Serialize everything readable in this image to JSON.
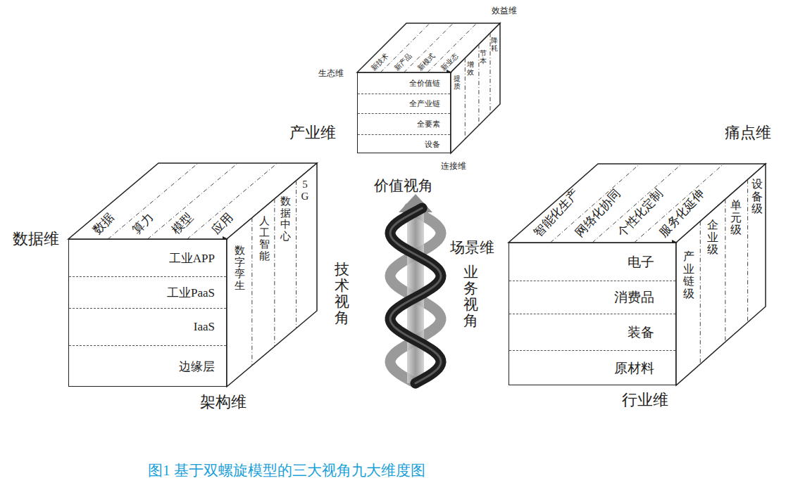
{
  "diagram": {
    "caption": "图1 基于双螺旋模型的三大视角九大维度图",
    "nodes": [
      {
        "text": [
          "效益维",
          "生态维",
          "连接维"
        ]
      },
      {
        "text": [
          "全价值链"
        ],
        "in": 0
      },
      {
        "text": [
          "全产业链"
        ],
        "in": 0
      },
      {
        "text": [
          "全要素"
        ],
        "in": 0
      },
      {
        "text": [
          "设备"
        ],
        "in": 0
      },
      {
        "text": [
          "产业维",
          "数据维",
          "架构维"
        ]
      },
      {
        "text": [
          "工业APP"
        ],
        "in": 5
      },
      {
        "text": [
          "工业PaaS"
        ],
        "in": 5
      },
      {
        "text": [
          "IaaS"
        ],
        "in": 5
      },
      {
        "text": [
          "边缘层"
        ],
        "in": 5
      },
      {
        "text": [
          "痛点维",
          "行业维"
        ]
      },
      {
        "text": [
          "电子"
        ],
        "in": 10
      },
      {
        "text": [
          "消费品"
        ],
        "in": 10
      },
      {
        "text": [
          "装备"
        ],
        "in": 10
      },
      {
        "text": [
          "原材料"
        ],
        "in": 10
      }
    ],
    "labels": [
      "新技术",
      "新产品",
      "新模式",
      "新业态",
      "提质",
      "增效",
      "节本",
      "降耗",
      "数据",
      "算力",
      "模型",
      "应用",
      "数字孪生",
      "人工智能",
      "数据中心",
      "5G",
      "价值视角",
      "场景维",
      "技术视角",
      "业务视角",
      "智能化生产",
      "网络化协同",
      "个性化定制",
      "服务化延伸",
      "产业链级",
      "企业级",
      "单元级",
      "设备级"
    ]
  }
}
